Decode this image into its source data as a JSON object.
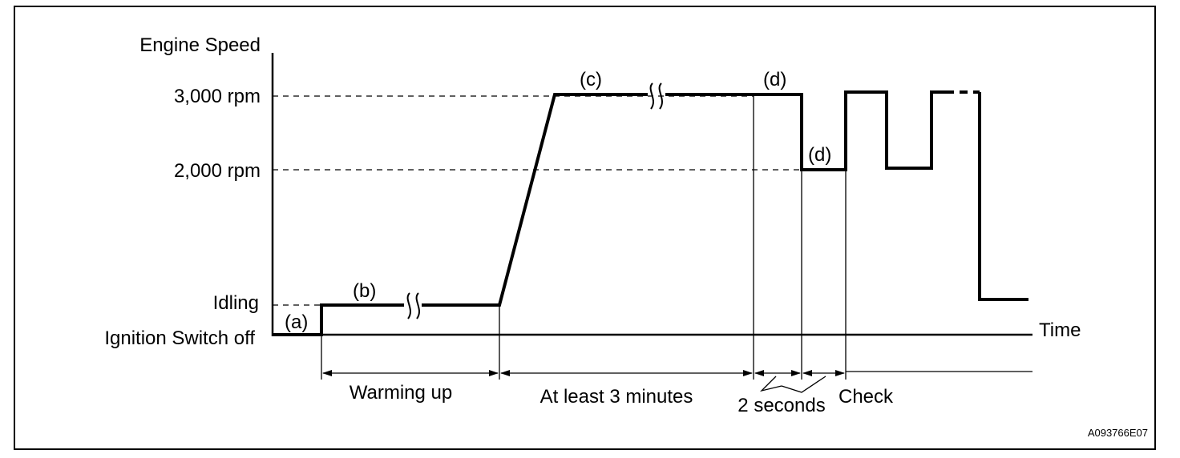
{
  "y_axis": {
    "title": "Engine Speed",
    "levels": [
      "3,000 rpm",
      "2,000 rpm",
      "Idling",
      "Ignition Switch off"
    ]
  },
  "x_axis": {
    "title": "Time"
  },
  "markers": {
    "a": "(a)",
    "b": "(b)",
    "c": "(c)",
    "d1": "(d)",
    "d2": "(d)"
  },
  "phases": {
    "warming_up": "Warming up",
    "three_minutes": "At least 3 minutes",
    "two_seconds": "2 seconds",
    "check": "Check"
  },
  "figure_code": "A093766E07"
}
